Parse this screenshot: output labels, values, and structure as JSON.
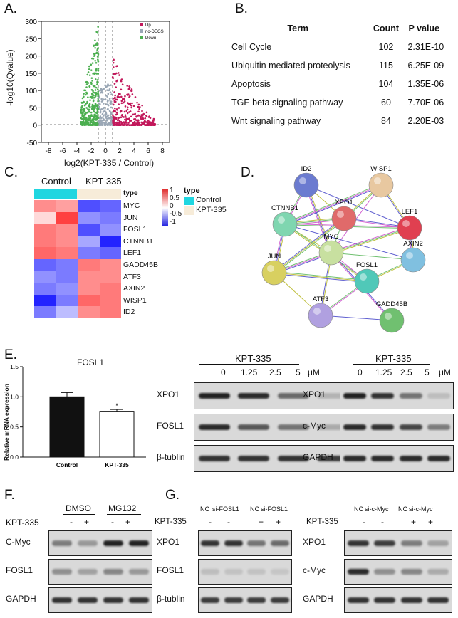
{
  "panels": {
    "A": "A.",
    "B": "B.",
    "C": "C.",
    "D": "D.",
    "E": "E.",
    "F": "F.",
    "G": "G."
  },
  "volcano": {
    "ylabel": "-log10(Qvalue)",
    "xlabel": "log2(KPT-335 / Control)",
    "yticks": [
      "300",
      "250",
      "200",
      "150",
      "100",
      "50",
      "0",
      "-50"
    ],
    "xticks": [
      "-8",
      "-6",
      "-4",
      "-2",
      "0",
      "2",
      "4",
      "6",
      "8"
    ],
    "legend": [
      {
        "label": "Up",
        "color": "#c2185b"
      },
      {
        "label": "no-DEGS",
        "color": "#9aa7b5"
      },
      {
        "label": "Down",
        "color": "#4caf50"
      }
    ]
  },
  "table": {
    "headers": [
      "Term",
      "Count",
      "P value"
    ],
    "rows": [
      [
        "Cell Cycle",
        "102",
        "2.31E-10"
      ],
      [
        "Ubiquitin mediated proteolysis",
        "115",
        "6.25E-09"
      ],
      [
        "Apoptosis",
        "104",
        "1.35E-06"
      ],
      [
        "TGF-beta signaling pathway",
        "60",
        "7.70E-06"
      ],
      [
        "Wnt signaling pathway",
        "84",
        "2.20E-03"
      ]
    ]
  },
  "heatmap": {
    "group_control": "Control",
    "group_kpt": "KPT-335",
    "type_label": "type",
    "genes": [
      "MYC",
      "JUN",
      "FOSL1",
      "CTNNB1",
      "LEF1",
      "GADD45B",
      "ATF3",
      "AXIN2",
      "WISP1",
      "ID2"
    ],
    "scale": [
      "1",
      "0.5",
      "0",
      "-0.5",
      "-1"
    ],
    "legend_title": "type",
    "legend_items": [
      {
        "label": "Control",
        "color": "#1fd6e0"
      },
      {
        "label": "KPT-335",
        "color": "#f7ecd9"
      }
    ]
  },
  "network": {
    "nodes": [
      "ID2",
      "WISP1",
      "XPO1",
      "CTNNB1",
      "LEF1",
      "MYC",
      "AXIN2",
      "JUN",
      "FOSL1",
      "ATF3",
      "GADD45B"
    ]
  },
  "chart_data": {
    "type": "bar",
    "title": "FOSL1",
    "categories": [
      "Control",
      "KPT-335"
    ],
    "values": [
      1.0,
      0.76
    ],
    "errors": [
      0.07,
      0.03
    ],
    "ylabel": "Relative mRNA expression",
    "yticks": [
      "0.0",
      "0.5",
      "1.0",
      "1.5"
    ],
    "ylim": [
      0,
      1.5
    ],
    "annotation": "*"
  },
  "blotE1": {
    "title": "KPT-335",
    "doses": [
      "0",
      "1.25",
      "2.5",
      "5"
    ],
    "unit": "μM",
    "rows": [
      "XPO1",
      "FOSL1",
      "β-tublin"
    ]
  },
  "blotE2": {
    "title": "KPT-335",
    "doses": [
      "0",
      "1.25",
      "2.5",
      "5"
    ],
    "unit": "μM",
    "rows": [
      "XPO1",
      "c-Myc",
      "GAPDH"
    ]
  },
  "blotF": {
    "groups": [
      "DMSO",
      "MG132"
    ],
    "treat_label": "KPT-335",
    "signs": [
      "-",
      "+",
      "-",
      "+"
    ],
    "rows": [
      "C-Myc",
      "FOSL1",
      "GAPDH"
    ]
  },
  "blotG1": {
    "header": [
      "NC",
      "si-FOSL1",
      "NC",
      "si-FOSL1"
    ],
    "treat_label": "KPT-335",
    "signs": [
      "-",
      "-",
      "+",
      "+"
    ],
    "rows": [
      "XPO1",
      "FOSL1",
      "β-tublin"
    ]
  },
  "blotG2": {
    "header": [
      "NC",
      "si-c-Myc",
      "NC",
      "si-c-Myc"
    ],
    "treat_label": "KPT-335",
    "signs": [
      "-",
      "-",
      "+",
      "+"
    ],
    "rows": [
      "XPO1",
      "c-Myc",
      "GAPDH"
    ]
  }
}
